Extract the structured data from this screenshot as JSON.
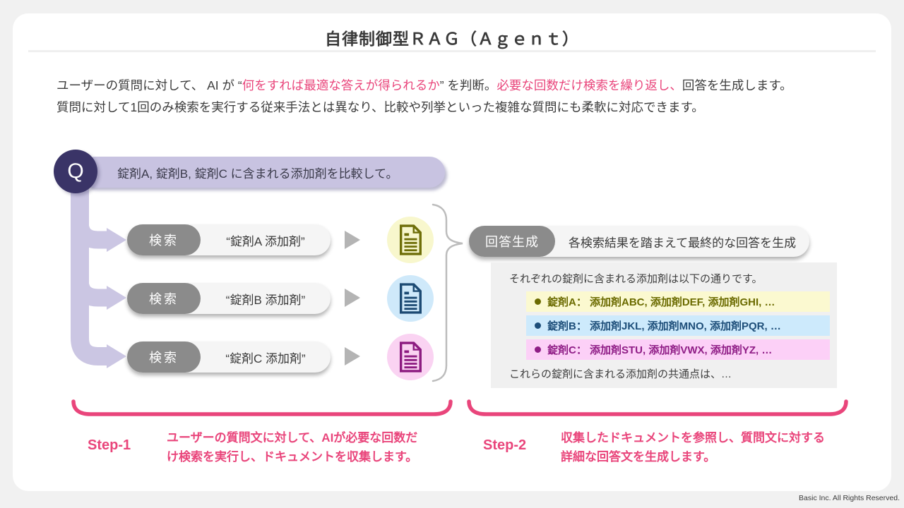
{
  "page": {
    "title": "自律制御型ＲＡＧ（Ａｇｅｎｔ）",
    "footer": "Basic Inc. All Rights Reserved."
  },
  "intro": {
    "line1": {
      "seg1": "ユーザーの質問に対して、 AI が “",
      "seg2": "何をすれば最適な答えが得られるか",
      "seg3": "” を判断。",
      "seg4": "必要な回数だけ検索を繰り返し、",
      "seg5": "回答を生成します。"
    },
    "line2": "質問に対して1回のみ検索を実行する従来手法とは異なり、比較や列挙といった複雑な質問にも柔軟に対応できます。"
  },
  "question": {
    "badge": "Q",
    "text": "錠剤A, 錠剤B, 錠剤C に含まれる添加剤を比較して。"
  },
  "searches": [
    {
      "label": "検索",
      "query": "“錠剤A 添加剤”"
    },
    {
      "label": "検索",
      "query": "“錠剤B 添加剤”"
    },
    {
      "label": "検索",
      "query": "“錠剤C 添加剤”"
    }
  ],
  "answer": {
    "label": "回答生成",
    "text": "各検索結果を踏まえて最終的な回答を生成"
  },
  "result": {
    "intro": "それぞれの錠剤に含まれる添加剤は以下の通りです。",
    "items": [
      {
        "text": "錠剤A： 添加剤ABC, 添加剤DEF, 添加剤GHI, …"
      },
      {
        "text": "錠剤B： 添加剤JKL, 添加剤MNO, 添加剤PQR, …"
      },
      {
        "text": "錠剤C： 添加剤STU, 添加剤VWX, 添加剤YZ, …"
      }
    ],
    "outro": "これらの錠剤に含まれる添加剤の共通点は、…"
  },
  "steps": [
    {
      "label": "Step-1",
      "desc_line1": "ユーザーの質問文に対して、AIが必要な回数だ",
      "desc_line2": "け検索を実行し、ドキュメントを収集します。"
    },
    {
      "label": "Step-2",
      "desc_line1": "収集したドキュメントを参照し、質問文に対する",
      "desc_line2": "詳細な回答文を生成します。"
    }
  ],
  "colors": {
    "accent_pink": "#e9457b",
    "lavender_connector": "#cbc6e3",
    "question_badge_bg": "#3a3467",
    "question_bubble_bg": "#c8c3e1",
    "gray_pill_bg": "#8b8b8b",
    "result_box_bg": "#f0f0f0",
    "doc_yellow": {
      "circle": "#f8f7cd",
      "icon": "#6e6e08",
      "highlight": "#fbf9d0",
      "text": "#6b6b00"
    },
    "doc_blue": {
      "circle": "#cfe9fa",
      "icon": "#1c4a73",
      "highlight": "#cdeafc",
      "text": "#1d4e79"
    },
    "doc_pink": {
      "circle": "#fad3f2",
      "icon": "#8c1b80",
      "highlight": "#fcd0f7",
      "text": "#8f1d86"
    }
  }
}
